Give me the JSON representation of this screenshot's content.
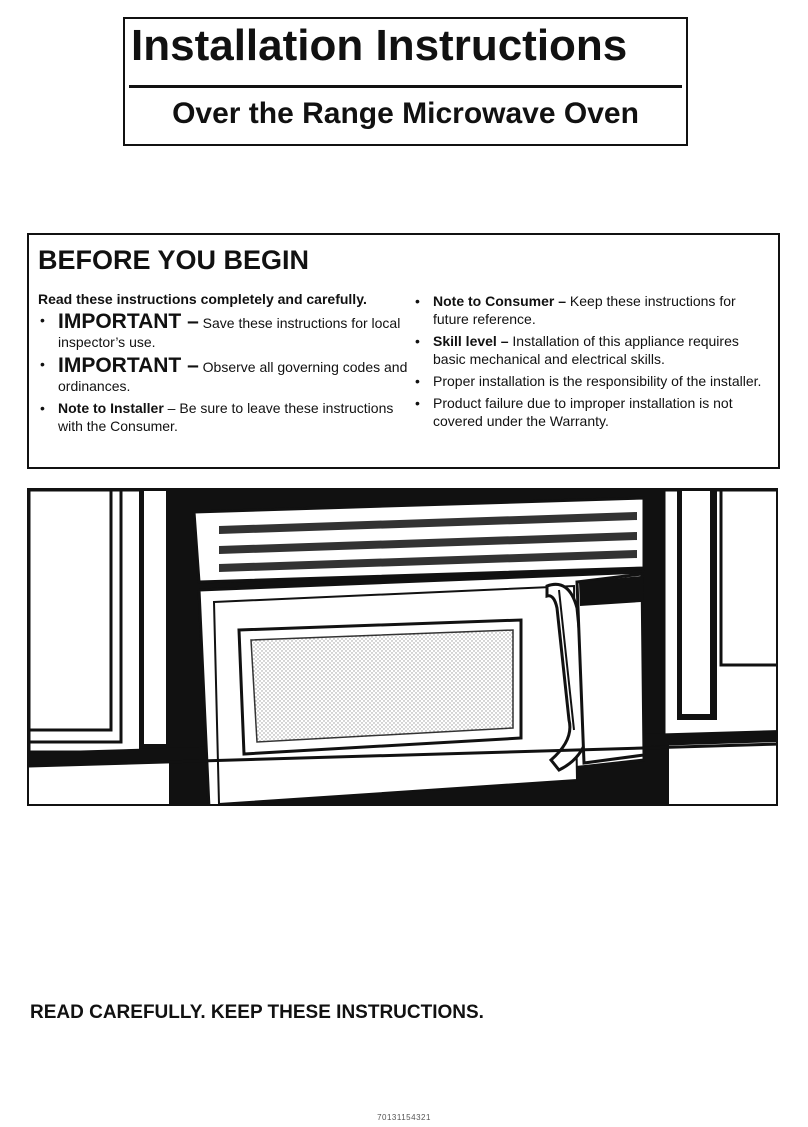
{
  "header": {
    "title": "Installation Instructions",
    "subtitle": "Over the Range Microwave Oven"
  },
  "before_you_begin": {
    "heading": "BEFORE YOU BEGIN",
    "intro": "Read these instructions completely and carefully.",
    "left_items": [
      {
        "lead": "IMPORTANT –",
        "text": " Save these instructions for local inspector’s use."
      },
      {
        "lead": "IMPORTANT –",
        "text": " Observe all governing codes and ordinances."
      },
      {
        "lead": "Note to Installer",
        "text": " – Be sure to leave these instructions with the Consumer."
      }
    ],
    "right_items": [
      {
        "lead": "Note to Consumer –",
        "text": " Keep these instructions for future reference."
      },
      {
        "lead": "Skill level –",
        "text": " Installation of this appliance requires basic mechanical and electrical skills."
      },
      {
        "lead": "",
        "text": "Proper installation is the responsibility of the installer."
      },
      {
        "lead": "",
        "text": "Product failure due to improper installation is not covered under the Warranty."
      }
    ],
    "bullet": "•"
  },
  "footer": {
    "notice": "READ CAREFULLY. KEEP THESE INSTRUCTIONS.",
    "part_number": "70131154321"
  }
}
